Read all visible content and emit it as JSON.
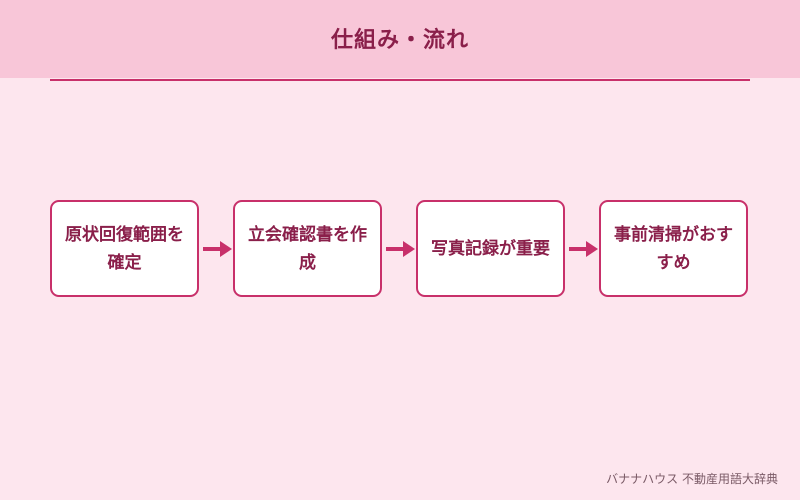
{
  "header": {
    "title": "仕組み・流れ"
  },
  "steps": [
    {
      "label": "原状回復範囲を確定"
    },
    {
      "label": "立会確認書を作成"
    },
    {
      "label": "写真記録が重要"
    },
    {
      "label": "事前清掃がおすすめ"
    }
  ],
  "footer": {
    "credit": "バナナハウス 不動産用語大辞典"
  },
  "colors": {
    "background": "#fde6ee",
    "header_band": "#f8c6d8",
    "accent": "#c8306a",
    "text": "#8a1f4a"
  }
}
